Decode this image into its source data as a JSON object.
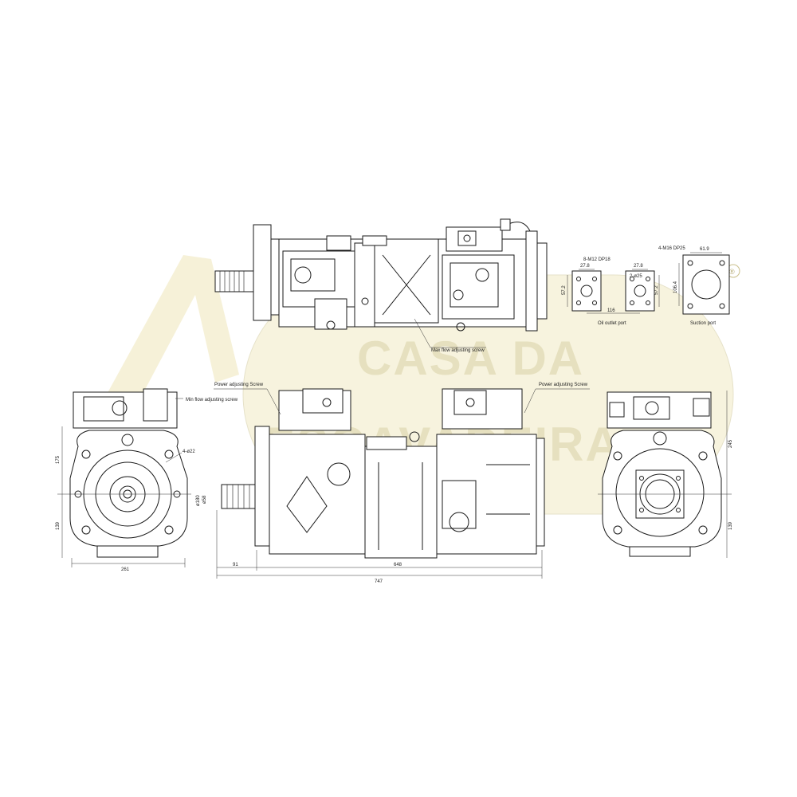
{
  "watermark": {
    "line1": "CASA DA",
    "line2": "ESCAVADEIRA",
    "registered": "®",
    "color": "#efe6b8"
  },
  "labels": {
    "max_flow": "Max flow adjusting screw",
    "min_flow": "Min flow adjusting screw",
    "power_left": "Power adjusting Screw",
    "power_right": "Power adjusting Screw",
    "oil_outlet_port": "Oil outlet port",
    "suction_port": "Suction port",
    "oil_bolts": "8-M12 DP18",
    "suction_bolts": "4-M16 DP25",
    "hole_25": "2-ø25",
    "bolt_22": "4-ø22"
  },
  "dimensions": {
    "d_278_a": "27.8",
    "d_278_b": "27.8",
    "d_572_a": "57.2",
    "d_572_b": "57.2",
    "d_116": "116",
    "d_619": "61.9",
    "d_1064": "106.4",
    "d_175": "175",
    "d_139_left": "139",
    "d_261": "261",
    "d_91": "91",
    "d_648": "648",
    "d_747": "747",
    "d_245": "245",
    "d_139_right": "139",
    "d_180": "ø180",
    "d_58": "ø58"
  }
}
